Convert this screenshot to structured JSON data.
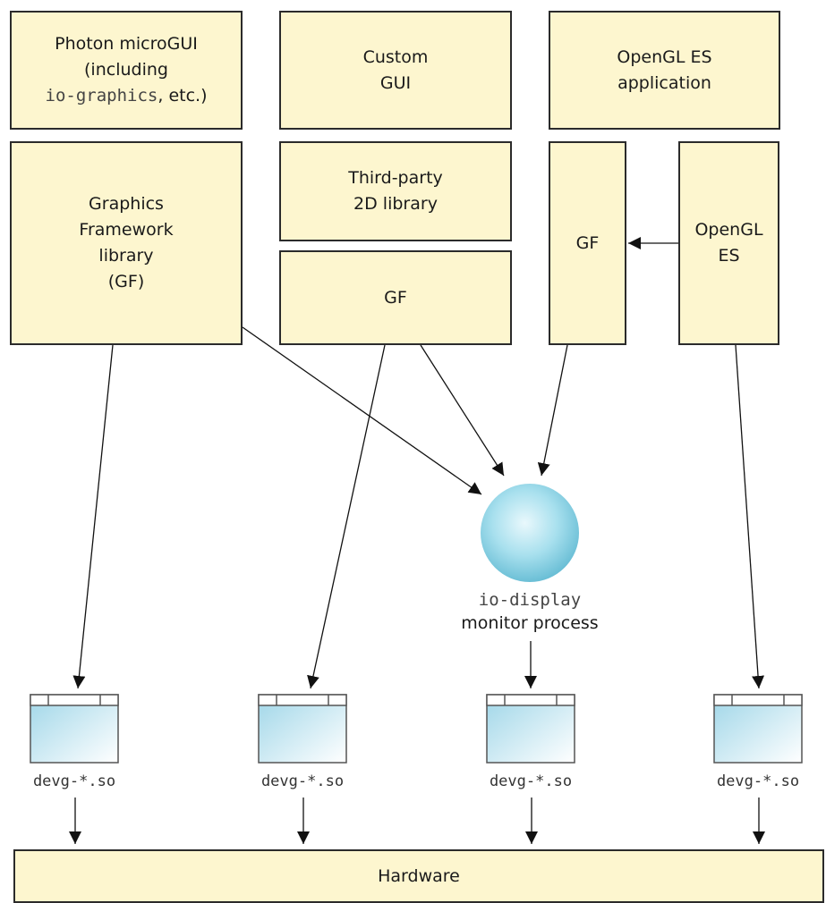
{
  "boxes": {
    "photon": {
      "line1": "Photon microGUI",
      "line2": "(including",
      "line3_mono": "io-graphics",
      "line3_rest": ", etc.)"
    },
    "custom_gui": {
      "line1": "Custom",
      "line2": "GUI"
    },
    "opengl_app": {
      "line1": "OpenGL ES",
      "line2": "application"
    },
    "gf_library": {
      "line1": "Graphics",
      "line2": "Framework",
      "line3": "library",
      "line4": "(GF)"
    },
    "third_party": {
      "line1": "Third-party",
      "line2": "2D library"
    },
    "gf_2d": {
      "label": "GF"
    },
    "gf_opengl": {
      "label": "GF"
    },
    "opengl_es": {
      "line1": "OpenGL",
      "line2": "ES"
    }
  },
  "monitor": {
    "name": "io-display",
    "description": "monitor process"
  },
  "drivers": {
    "label1": "devg-*.so",
    "label2": "devg-*.so",
    "label3": "devg-*.so",
    "label4": "devg-*.so"
  },
  "hardware": {
    "label": "Hardware"
  },
  "colors": {
    "box_fill": "#fdf6cf",
    "border": "#2b2b2b",
    "sphere": "#8fd3e6",
    "driver_fill": "#cfeaf3"
  }
}
